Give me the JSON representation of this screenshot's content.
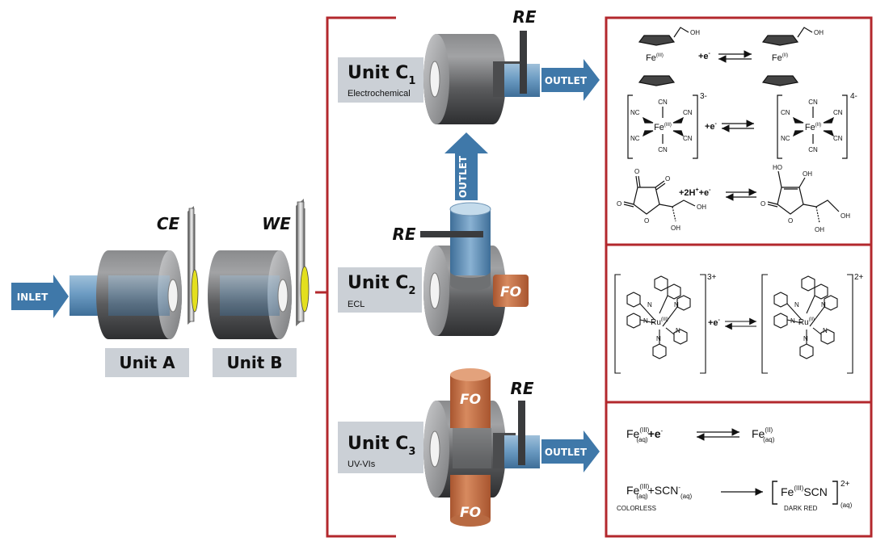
{
  "flow": {
    "inlet": "INLET",
    "outlet": "OUTLET"
  },
  "electrodes": {
    "ce": "CE",
    "we": "WE",
    "re": "RE"
  },
  "fo": "FO",
  "units": {
    "a": {
      "label": "Unit A"
    },
    "b": {
      "label": "Unit B"
    },
    "c1": {
      "main": "Unit C",
      "sub": "1",
      "desc": "Electrochemical"
    },
    "c2": {
      "main": "Unit C",
      "sub": "2",
      "desc": "ECL"
    },
    "c3": {
      "main": "Unit C",
      "sub": "3",
      "desc": "UV-VIs"
    }
  },
  "reactions": {
    "ferrocene": {
      "ox": "Fe",
      "ox_state": "(III)",
      "red": "Fe",
      "red_state": "(II)",
      "oh": "OH",
      "electron": "+e",
      "minus": "-"
    },
    "ferricyanide": {
      "cn": "CN",
      "nc": "NC",
      "fe": "Fe",
      "ox_state": "(III)",
      "red_state": "(II)",
      "charge_ox": "3-",
      "charge_red": "4-",
      "electron": "+e",
      "minus": "-"
    },
    "ascorbic": {
      "o": "O",
      "oh": "OH",
      "ho": "HO",
      "electron": "+2H",
      "plus": "+",
      "electron2": "+e",
      "minus": "-"
    },
    "ruthenium": {
      "ru": "Ru",
      "ox_state": "(III)",
      "red_state": "(II)",
      "n": "N",
      "charge_ox": "3+",
      "charge_red": "2+",
      "electron": "+e",
      "minus": "-"
    },
    "iron": {
      "eq1_left": "Fe",
      "eq1_left_state": "(III)",
      "eq1_left_sub": "(aq)",
      "eq1_e": "+e",
      "eq1_minus": "-",
      "eq1_right": "Fe",
      "eq1_right_state": "(II)",
      "eq1_right_sub": "(aq)",
      "eq2_left": "Fe",
      "eq2_left_state": "(III)",
      "eq2_left_sub": "(aq)",
      "eq2_scn": "+SCN",
      "eq2_scn_minus": "-",
      "eq2_scn_sub": "(aq)",
      "eq2_right_fe": "Fe",
      "eq2_right_state": "(III)",
      "eq2_right_scn": "SCN",
      "eq2_right_charge": "2+",
      "eq2_right_sub": "(aq)",
      "colorless": "COLORLESS",
      "dark_red": "DARK RED"
    }
  },
  "colors": {
    "frame": "#b3282d",
    "flow_arrow": "#3f78a9",
    "fo": "#c86f45",
    "label_box": "#cbd0d6",
    "cylinder": "#4a4b4d"
  }
}
